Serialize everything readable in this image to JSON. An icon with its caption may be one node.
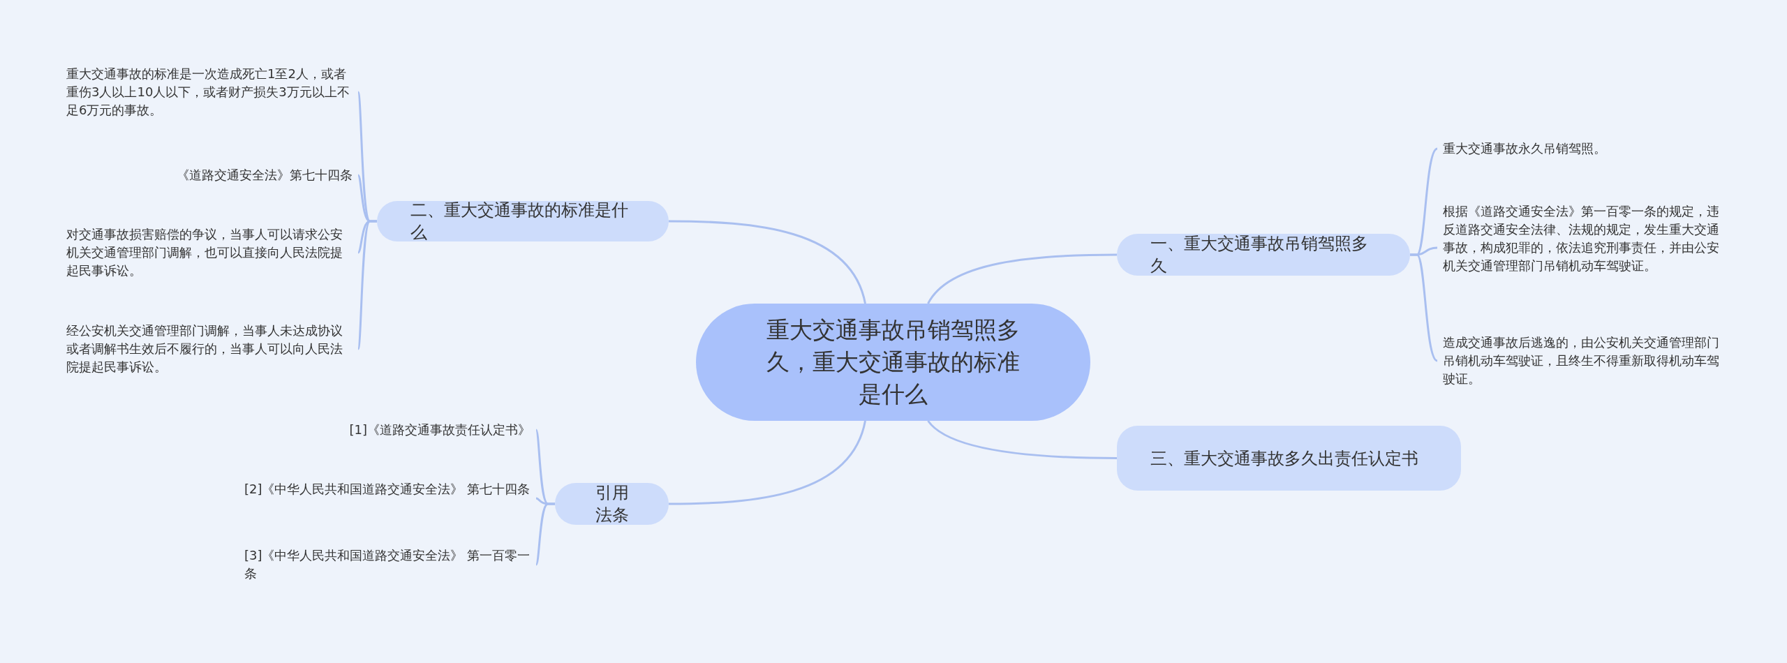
{
  "diagram": {
    "nodes": [
      {
        "text": [
          "重大交通事故吊销驾照多久，重大交通事故的标准是什么"
        ]
      },
      {
        "text": [
          "一、重大交通事故吊销驾照多久"
        ]
      },
      {
        "text": [
          "重大交通事故永久吊销驾照。"
        ]
      },
      {
        "text": [
          "根据《道路交通安全法》第一百零一条的规定，违反道路交通安全法律、法规的规定，发生重大交通事故，构成犯罪的，依法追究刑事责任，并由公安机关交通管理部门吊销机动车驾驶证。"
        ]
      },
      {
        "text": [
          "造成交通事故后逃逸的，由公安机关交通管理部门吊销机动车驾驶证，且终生不得重新取得机动车驾驶证。"
        ]
      },
      {
        "text": [
          "二、重大交通事故的标准是什么"
        ]
      },
      {
        "text": [
          "重大交通事故的标准是一次造成死亡1至2人，或者重伤3人以上10人以下，或者财产损失3万元以上不足6万元的事故。"
        ]
      },
      {
        "text": [
          "《道路交通安全法》第七十四条"
        ]
      },
      {
        "text": [
          "对交通事故损害赔偿的争议，当事人可以请求公安机关交通管理部门调解，也可以直接向人民法院提起民事诉讼。"
        ]
      },
      {
        "text": [
          "经公安机关交通管理部门调解，当事人未达成协议或者调解书生效后不履行的，当事人可以向人民法院提起民事诉讼。"
        ]
      },
      {
        "text": [
          "三、重大交通事故多久出责任认定书"
        ]
      },
      {
        "text": [
          "引用法条"
        ]
      },
      {
        "text": [
          "[1]《道路交通事故责任认定书》"
        ]
      },
      {
        "text": [
          "[2]《中华人民共和国道路交通安全法》 第七十四条"
        ]
      },
      {
        "text": [
          "[3]《中华人民共和国道路交通安全法》 第一百零一条"
        ]
      }
    ],
    "edges": [
      {
        "from": 0,
        "to": 1,
        "arrow": "none"
      },
      {
        "from": 1,
        "to": 2,
        "arrow": "none"
      },
      {
        "from": 1,
        "to": 3,
        "arrow": "none"
      },
      {
        "from": 1,
        "to": 4,
        "arrow": "none"
      },
      {
        "from": 0,
        "to": 5,
        "arrow": "none"
      },
      {
        "from": 5,
        "to": 6,
        "arrow": "none"
      },
      {
        "from": 5,
        "to": 7,
        "arrow": "none"
      },
      {
        "from": 5,
        "to": 8,
        "arrow": "none"
      },
      {
        "from": 5,
        "to": 9,
        "arrow": "none"
      },
      {
        "from": 0,
        "to": 10,
        "arrow": "none"
      },
      {
        "from": 0,
        "to": 11,
        "arrow": "none"
      },
      {
        "from": 11,
        "to": 12,
        "arrow": "none"
      },
      {
        "from": 11,
        "to": 13,
        "arrow": "none"
      },
      {
        "from": 11,
        "to": 14,
        "arrow": "none"
      }
    ]
  }
}
